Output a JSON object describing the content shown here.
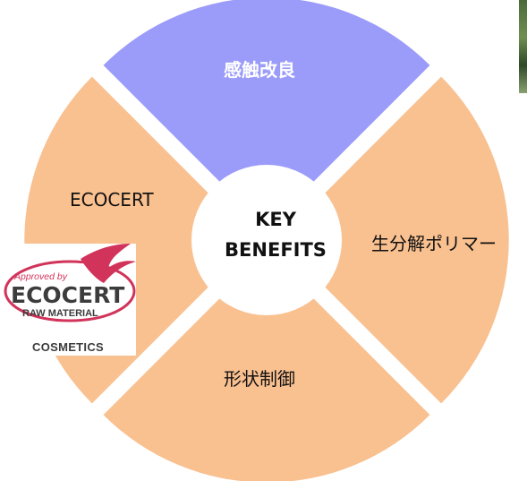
{
  "diagram": {
    "center_lines": [
      "KEY",
      "BENEFITS"
    ],
    "segments": [
      {
        "id": "top",
        "label": "感触改良",
        "color": "#9b9bfa"
      },
      {
        "id": "right",
        "label": "生分解ポリマー",
        "color": "#f9c090"
      },
      {
        "id": "bottom",
        "label": "形状制御",
        "color": "#f9c090"
      },
      {
        "id": "left",
        "label": "ECOCERT",
        "color": "#f9c090"
      }
    ]
  },
  "badge": {
    "text_approved": "Approved by",
    "text_brand": "ECOCERT",
    "text_raw": "RAW MATERIAL",
    "caption": "COSMETICS",
    "ring_color": "#d2335a",
    "brand_color": "#3c3c3c"
  }
}
